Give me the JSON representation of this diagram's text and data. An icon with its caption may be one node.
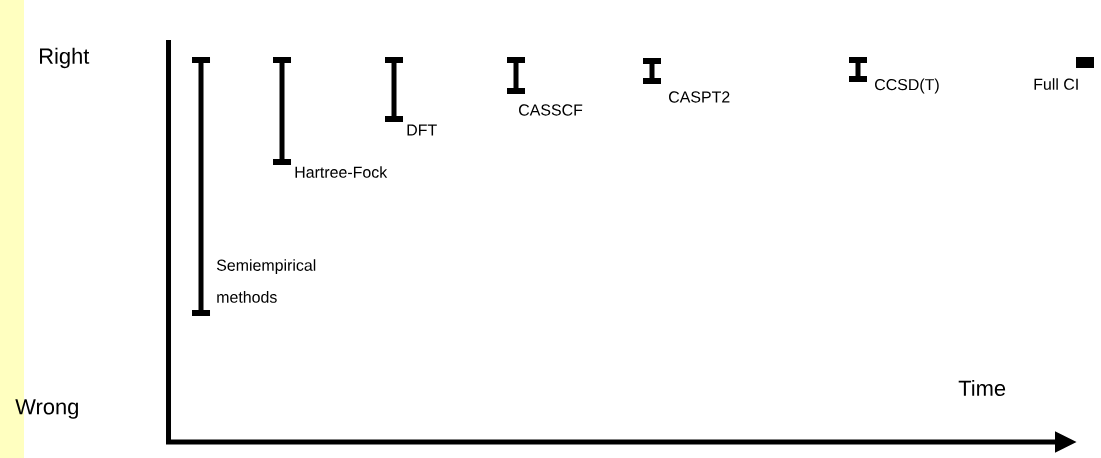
{
  "diagram": {
    "labels": [
      "Right",
      "Wrong",
      "Time",
      "Semiempirical methods",
      "Hartree-Fock",
      "DFT",
      "CASSCF",
      "CASPT2",
      "CCSD(T)",
      "Full CI"
    ]
  }
}
